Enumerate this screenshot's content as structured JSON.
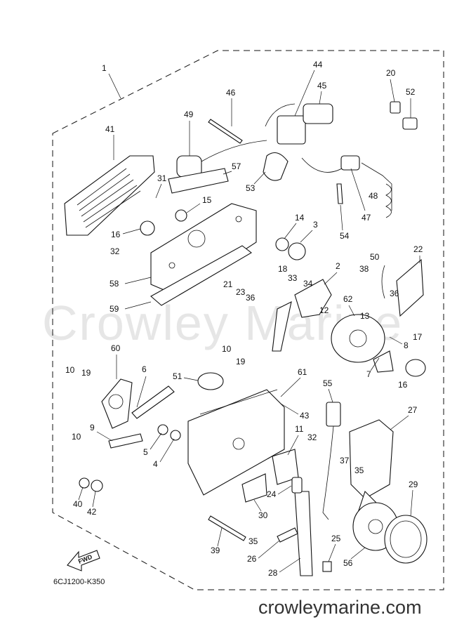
{
  "diagram": {
    "catalog_code": "6CJ1200-K350",
    "website": "crowleymarine.com",
    "watermark": "Crowley Marine",
    "direction_label": "FWD",
    "part_numbers": [
      "1",
      "2",
      "3",
      "4",
      "5",
      "6",
      "7",
      "8",
      "9",
      "10",
      "10",
      "10",
      "11",
      "12",
      "13",
      "14",
      "15",
      "16",
      "16",
      "17",
      "18",
      "19",
      "19",
      "20",
      "21",
      "22",
      "23",
      "24",
      "25",
      "26",
      "27",
      "28",
      "29",
      "30",
      "31",
      "32",
      "32",
      "33",
      "34",
      "35",
      "35",
      "36",
      "36",
      "37",
      "38",
      "39",
      "40",
      "41",
      "42",
      "43",
      "44",
      "45",
      "46",
      "47",
      "48",
      "49",
      "50",
      "51",
      "52",
      "53",
      "54",
      "55",
      "56",
      "57",
      "58",
      "59",
      "60",
      "61",
      "62"
    ]
  }
}
